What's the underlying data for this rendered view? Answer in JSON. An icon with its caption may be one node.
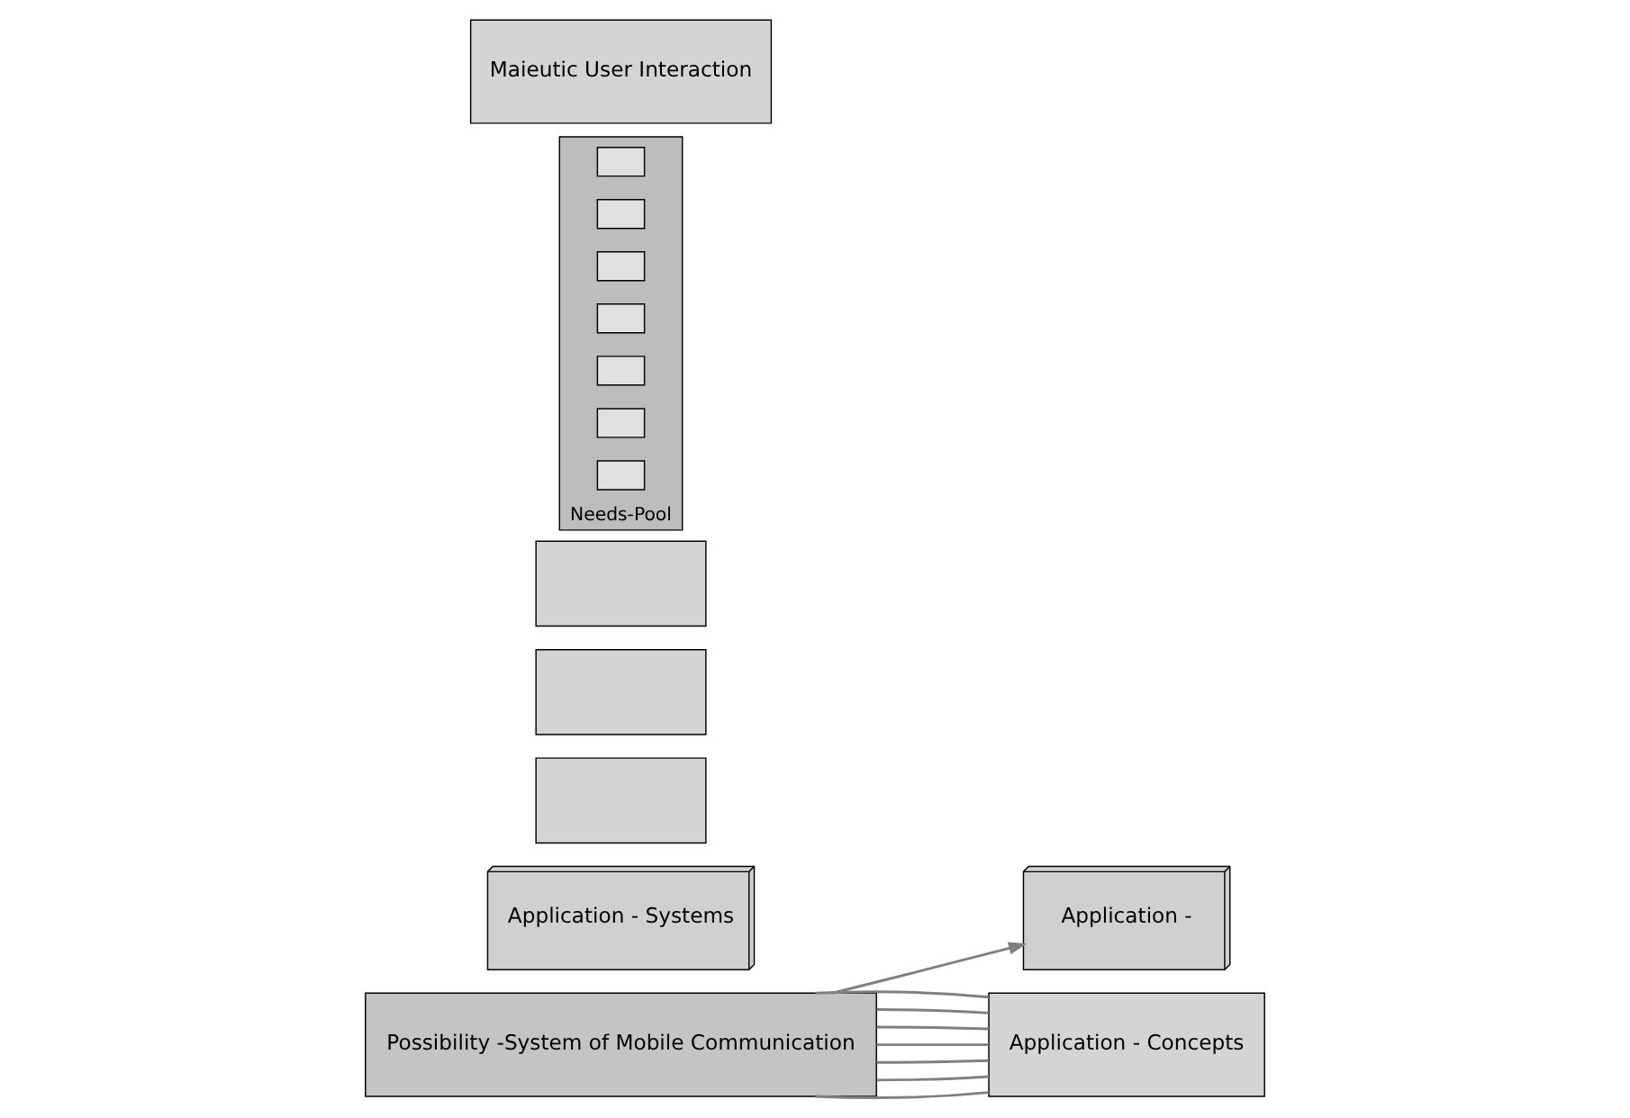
{
  "diagram": {
    "nodes": [
      {
        "text": [
          "Application -"
        ]
      },
      {
        "text": [
          "Application - Systems"
        ]
      },
      {
        "text": [
          "Possibility -System of Mobile Communication"
        ]
      },
      {
        "text": [],
        "shape": "box"
      },
      {
        "text": [],
        "shape": "box"
      },
      {
        "text": [],
        "shape": "box"
      },
      {
        "text": [
          "Application - Concepts"
        ]
      },
      {
        "text": [
          "Needs-Pool"
        ]
      },
      {
        "text": [],
        "shape": "box",
        "in": 7
      },
      {
        "text": [],
        "shape": "box",
        "in": 7
      },
      {
        "text": [],
        "shape": "box",
        "in": 7
      },
      {
        "text": [],
        "shape": "box",
        "in": 7
      },
      {
        "text": [],
        "shape": "box",
        "in": 7
      },
      {
        "text": [],
        "shape": "box",
        "in": 7
      },
      {
        "text": [],
        "shape": "box",
        "in": 7
      },
      {
        "text": [
          "Maieutic User Interaction"
        ]
      }
    ],
    "edges": [
      {
        "from": 2,
        "to": 0,
        "arrow": "to"
      },
      {
        "from": 2,
        "to": 6,
        "arrow": "none"
      },
      {
        "from": 2,
        "to": 6,
        "arrow": "none"
      },
      {
        "from": 2,
        "to": 6,
        "arrow": "none"
      },
      {
        "from": 2,
        "to": 6,
        "arrow": "none"
      },
      {
        "from": 2,
        "to": 6,
        "arrow": "none"
      },
      {
        "from": 2,
        "to": 6,
        "arrow": "none"
      },
      {
        "from": 2,
        "to": 6,
        "arrow": "none"
      }
    ]
  }
}
